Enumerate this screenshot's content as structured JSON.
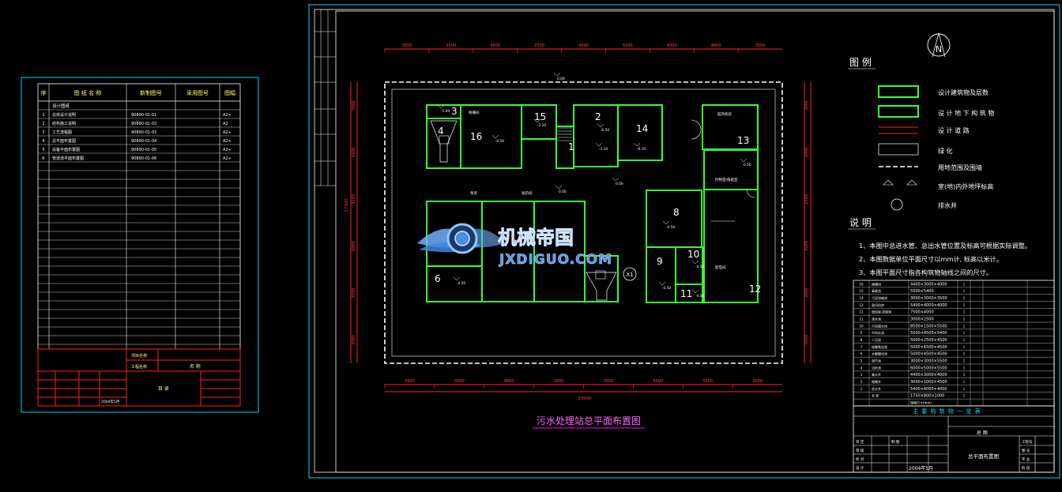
{
  "colors": {
    "background": "#000000",
    "frame": "#00d8ff",
    "building": "#33ff33",
    "dimension": "#ff2020",
    "text": "#ffffff",
    "title": "#ff66ff",
    "watermark": "#5fa8ff"
  },
  "left_sheet": {
    "headers": [
      "序",
      "图 纸 名 称",
      "新制图号",
      "采用图号",
      "图幅"
    ],
    "section_label": "设计图纸",
    "rows": [
      {
        "no": "1",
        "name": "总体设计说明",
        "code": "90890-01-01",
        "size": "A2+"
      },
      {
        "no": "2",
        "name": "结构施工说明",
        "code": "90890-01-02",
        "size": "A2"
      },
      {
        "no": "3",
        "name": "工艺流程图",
        "code": "90890-01-03",
        "size": "A2+"
      },
      {
        "no": "4",
        "name": "总平面布置图",
        "code": "90890-01-04",
        "size": "A2+"
      },
      {
        "no": "5",
        "name": "设备平面布置图",
        "code": "90890-01-05",
        "size": "A2+"
      },
      {
        "no": "6",
        "name": "管道流平面布置图",
        "code": "90890-01-06",
        "size": "A2+"
      }
    ],
    "title_block": {
      "field_a": "项目名称",
      "field_b": "工程名称",
      "name": "名 称",
      "catalog": "目 录",
      "date": "2004年5月"
    }
  },
  "plan": {
    "title": "污水处理站总平面布置图",
    "north_label": "N",
    "legend_heading": "图 例",
    "legend": [
      "设计建筑物及层数",
      "设 计 地 下 构 筑 物",
      "设 计 道 路",
      "绿    化",
      "用地范围及围墙",
      "室(地)内外地坪标高",
      "排水井"
    ],
    "notes_heading": "说 明",
    "notes": [
      "1、本图中总进水管、总出水管位置及标高可根据实际调整。",
      "2、本图数据单位平面尺寸以mm计, 标高以米计。",
      "3、本图平面尺寸指各构筑物轴线之间的尺寸。"
    ],
    "buildings": [
      "1",
      "2",
      "3",
      "4",
      "6",
      "8",
      "9",
      "10",
      "11",
      "12",
      "13",
      "14",
      "15",
      "16"
    ],
    "well_label": "X1",
    "top_dims": [
      "3500",
      "5500",
      "9500",
      "2500",
      "4000",
      "5500",
      "4000",
      "4000",
      "3500"
    ],
    "bottom_dims": [
      "3500",
      "5000",
      "9000",
      "2000",
      "3500",
      "5000",
      "5000",
      "2000"
    ],
    "total_width": "33000",
    "left_total": "17300",
    "left_dims": [
      "3000",
      "4400",
      "3150",
      "6900",
      "3500",
      "3000"
    ],
    "right_dims": [
      "3000",
      "2000",
      "2500",
      "3500",
      "3000",
      "3000"
    ],
    "elevations": [
      "0.00",
      "-5.00",
      "-0.50",
      "-2.10",
      "-0.50",
      "-3.10",
      "-6.10",
      "-4.50",
      "-4.50",
      "-4.50",
      "-4.50",
      "-4.50",
      "0.00",
      "0.50",
      "0.00"
    ],
    "room_labels": {
      "b16": "格栅间",
      "b13": "鼓风机房",
      "b12": "控制室/值班室",
      "in1": "泵房",
      "in2": "加药间",
      "b12b": "配电间"
    },
    "schedule_heading": "主 要 构 筑 物 一 览 表",
    "schedule_rows": [
      {
        "no": "16",
        "name": "格栅间",
        "size": "4400×3000×4000",
        "qty": "1"
      },
      {
        "no": "15",
        "name": "事故池",
        "size": "5500×5400",
        "qty": "1"
      },
      {
        "no": "14",
        "name": "污泥浓缩池",
        "size": "3000×3000×3500",
        "qty": "1"
      },
      {
        "no": "13",
        "name": "鼓风机房",
        "size": "5400×4000×4000",
        "qty": "1"
      },
      {
        "no": "12",
        "name": "值班室,控制室",
        "size": "7500×4000",
        "qty": "1"
      },
      {
        "no": "11",
        "name": "清水池",
        "size": "3000×2500",
        "qty": "1"
      },
      {
        "no": "10",
        "name": "污泥脱水间",
        "size": "8500×1500×5500",
        "qty": "1"
      },
      {
        "no": "9",
        "name": "中间水池",
        "size": "5500×4500×5400",
        "qty": "1"
      },
      {
        "no": "8",
        "name": "二沉池",
        "size": "5000×2500×4500",
        "qty": "1"
      },
      {
        "no": "7",
        "name": "接触氧化池",
        "size": "5000×6500×4500",
        "qty": "1"
      },
      {
        "no": "6",
        "name": "水解酸化池",
        "size": "5000×4500×4500",
        "qty": "1"
      },
      {
        "no": "5",
        "name": "调节池",
        "size": "3000×3000×5500",
        "qty": "1"
      },
      {
        "no": "4",
        "name": "沉砂池",
        "size": "6000×5000×5500",
        "qty": "1"
      },
      {
        "no": "3",
        "name": "集水井",
        "size": "4400×3000×4000",
        "qty": "1"
      },
      {
        "no": "2",
        "name": "格栅井",
        "size": "3000×1000×4500",
        "qty": "1"
      },
      {
        "no": "1",
        "name": "进水井",
        "size": "5400×4000×4000",
        "qty": "1"
      },
      {
        "no": "",
        "name": "名 称",
        "size": "1750×800×1000",
        "qty": "1"
      }
    ],
    "schedule_col_header": "规格尺寸(mm)",
    "title_block": {
      "project": "总 图",
      "drawing": "总平面布置图",
      "date": "2004年5月",
      "f1": "审 定",
      "f2": "审 核",
      "f3": "校 对",
      "f4": "设 计",
      "f5": "制 图",
      "f6": "工程号",
      "f7": "图 号",
      "f8": "专 业",
      "f9": "阶 段"
    }
  },
  "watermark": {
    "title": "机械帝国",
    "url": "JXDIGUO.COM"
  }
}
